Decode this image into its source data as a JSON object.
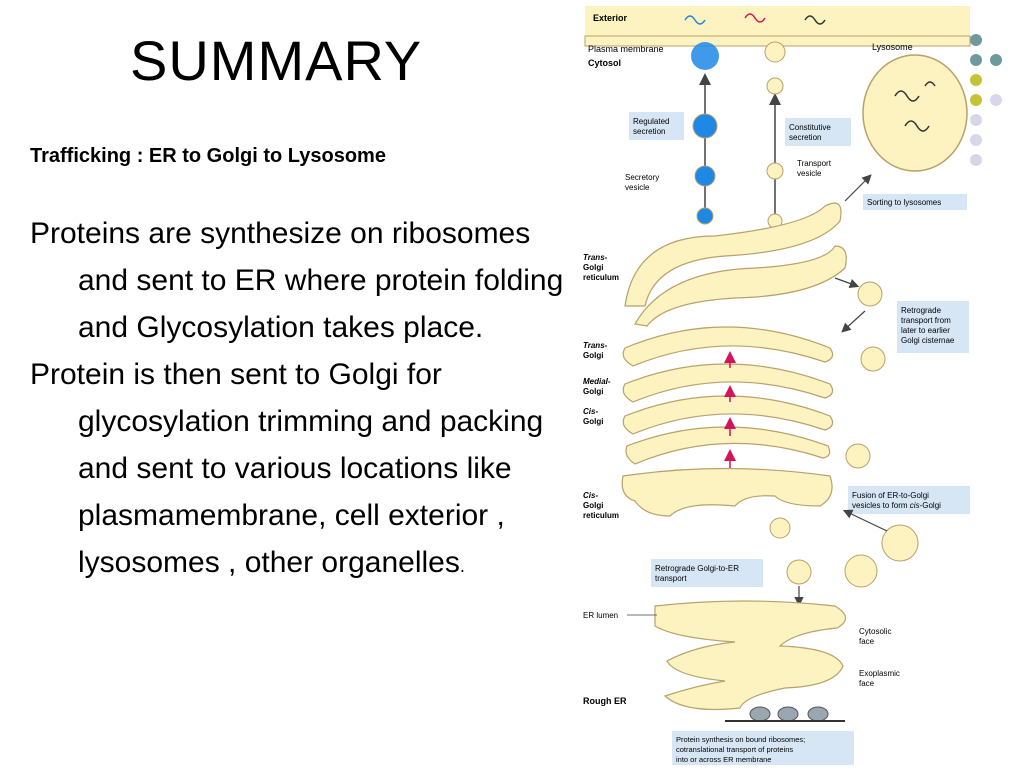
{
  "slide": {
    "title": "SUMMARY",
    "subtitle": "Trafficking :  ER to Golgi to Lysosome",
    "bullets": [
      {
        "text": "Proteins are synthesize on ribosomes and sent to ER where protein folding and Glycosylation takes place.",
        "tail": ""
      },
      {
        "text": "Protein is then sent to Golgi for glycosylation trimming and packing and sent to various locations like plasmamembrane, cell exterior , lysosomes , other organelles",
        "tail": "."
      }
    ]
  },
  "diagram": {
    "exterior": "Exterior",
    "plasma_membrane": "Plasma membrane",
    "cytosol": "Cytosol",
    "lysosome": "Lysosome",
    "regulated_secretion": [
      "Regulated",
      "secretion"
    ],
    "constitutive_secretion": [
      "Constitutive",
      "secretion"
    ],
    "secretory_vesicle": [
      "Secretory",
      "vesicle"
    ],
    "transport_vesicle": [
      "Transport",
      "vesicle"
    ],
    "sorting_to_lysosomes": "Sorting to lysosomes",
    "trans_golgi_reticulum": [
      "Trans-",
      "Golgi",
      "reticulum"
    ],
    "retrograde_transport": [
      "Retrograde",
      "transport from",
      "later to earlier",
      "Golgi cisternae"
    ],
    "trans_golgi": [
      "Trans-",
      "Golgi"
    ],
    "medial_golgi": [
      "Medial-",
      "Golgi"
    ],
    "cis_golgi": [
      "Cis-",
      "Golgi"
    ],
    "cis_golgi_reticulum": [
      "Cis-",
      "Golgi",
      "reticulum"
    ],
    "fusion_label": [
      "Fusion of ER-to-Golgi",
      "vesicles to form ",
      "cis",
      "-Golgi"
    ],
    "retrograde_golgi_er": [
      "Retrograde Golgi-to-ER",
      "transport"
    ],
    "er_lumen": "ER lumen",
    "cytosolic_face": [
      "Cytosolic",
      "face"
    ],
    "exoplasmic_face": [
      "Exoplasmic",
      "face"
    ],
    "rough_er": "Rough ER",
    "protein_synthesis": [
      "Protein synthesis on bound ribosomes;",
      "cotranslational transport of proteins",
      "into or across ER membrane"
    ]
  },
  "decor": {
    "dot_colors": [
      "#6f9a9c",
      "#c4c43a",
      "#d7d7ea"
    ]
  }
}
